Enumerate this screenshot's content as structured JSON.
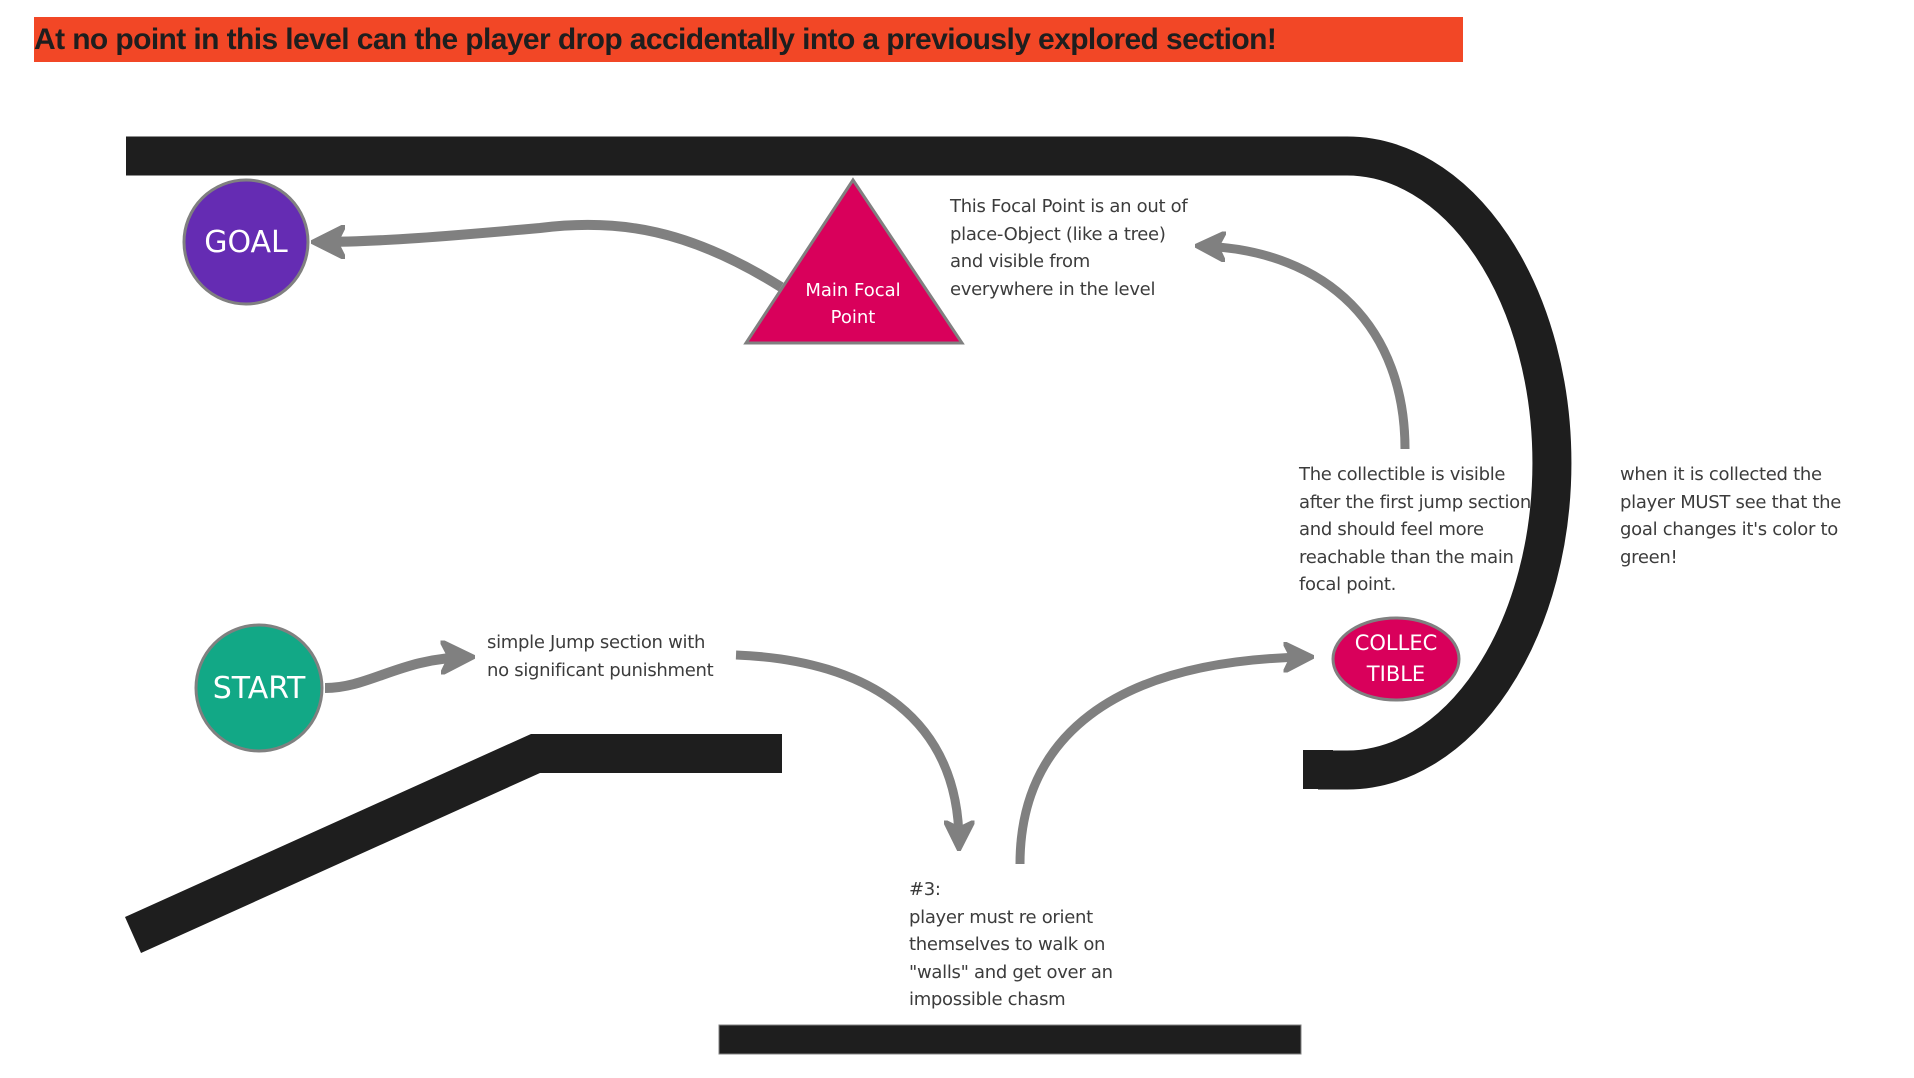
{
  "banner": {
    "text": "At no point in this level can the player drop accidentally into a previously explored section!",
    "background": "#f24726"
  },
  "nodes": {
    "goal": {
      "label": "GOAL",
      "color": "#652cb3"
    },
    "start": {
      "label": "START",
      "color": "#12a886"
    },
    "focal_point": {
      "label": "Main Focal\nPoint",
      "color": "#d9005b"
    },
    "collectible": {
      "label": "COLLEC\nTIBLE",
      "color": "#d9005b"
    }
  },
  "notes": {
    "focal_point": "This Focal Point is an out of\nplace-Object (like a tree)\nand visible from\neverywhere in the level",
    "jump_section": "simple Jump section with\nno significant punishment",
    "collectible": "The collectible is visible\nafter the first jump section\nand should feel more\nreachable than the main\nfocal point.",
    "collected": "when it is collected the\nplayer MUST see that the\ngoal changes it's color to\ngreen!",
    "section3": "#3:\nplayer must re orient\nthemselves to walk on\n\"walls\" and get over an\nimpossible chasm"
  },
  "colors": {
    "platform": "#1e1e1e",
    "arrow": "#808080",
    "node_border": "#808080",
    "note_text": "#3c3c3c"
  }
}
